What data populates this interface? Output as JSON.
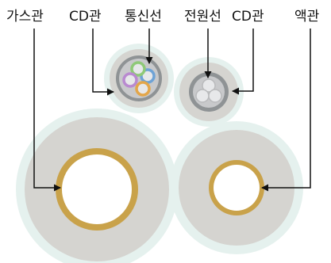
{
  "labels": {
    "gas_pipe": "가스관",
    "cd_pipe_left": "CD관",
    "comm_line": "통신선",
    "power_line": "전원선",
    "cd_pipe_right": "CD관",
    "liquid_pipe": "액관"
  },
  "colors": {
    "outer_halo": "#e5f1ee",
    "insulation": "#d5d4d0",
    "tube_gold": "#c9a24a",
    "tube_inner_fill": "#ffffff",
    "cable_sheath": "#8f9395",
    "cable_body": "#c8c9cb",
    "wire_core": "#e7e8ea",
    "wire_blue": "#6ea3d6",
    "wire_green": "#8fc978",
    "wire_purple": "#b98ad0",
    "wire_orange": "#e3a64a",
    "arrow": "#111111"
  }
}
